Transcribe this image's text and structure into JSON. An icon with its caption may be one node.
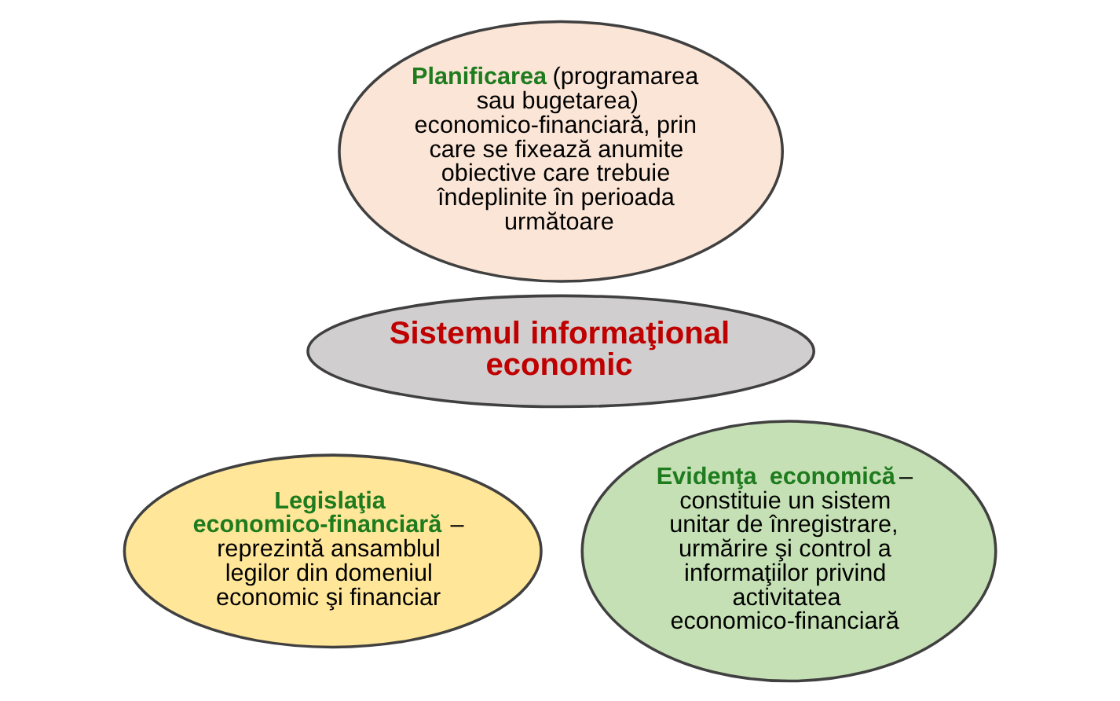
{
  "diagram": {
    "nodes": [
      {
        "text": [
          "**Planificarea** (programarea sau bugetarea) economico-financiară, prin care se fixează anumite obiective care trebuie îndeplinite în perioada următoare"
        ]
      },
      {
        "text": [
          "Sistemul informaţional economic"
        ]
      },
      {
        "text": [
          "**Legislaţia economico-financiară** – reprezintă ansamblul legilor din domeniul economic şi financiar"
        ]
      },
      {
        "text": [
          "**Evidenţa economică** – constituie un sistem unitar de înregistrare, urmărire şi control a informaţiilor privind activitatea economico-financiară"
        ]
      }
    ],
    "edges": []
  }
}
